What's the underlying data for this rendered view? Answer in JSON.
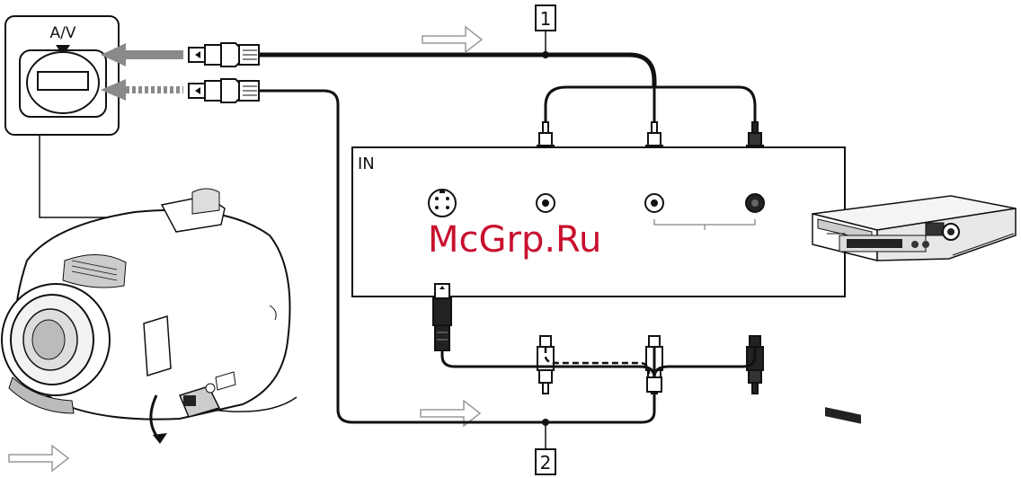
{
  "jack_label": "A/V",
  "panel_label": "IN",
  "callouts": [
    "1",
    "2"
  ],
  "watermark": "McGrp.Ru",
  "colors": {
    "line": "#111111",
    "signal_arrow": "#808080",
    "watermark": "#c8102e",
    "plug_light": "#ffffff",
    "plug_dark": "#222222"
  },
  "icons": [
    "camcorder-icon",
    "vcr-icon",
    "av-plug-icon",
    "rca-plug-icon",
    "s-video-plug-icon",
    "signal-arrow-icon"
  ]
}
